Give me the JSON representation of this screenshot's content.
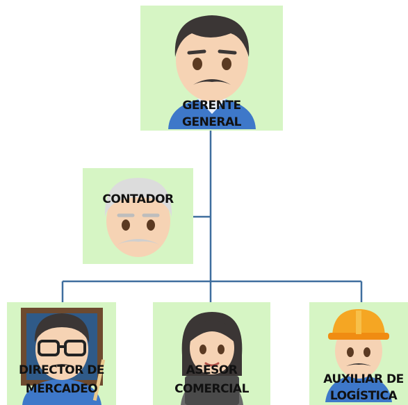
{
  "org_chart": {
    "colors": {
      "box_fill": "#d6f5c4",
      "connector": "#3f6e9e"
    },
    "nodes": {
      "gerente": {
        "line1": "GERENTE",
        "line2": "GENERAL",
        "icon": "man-mustache-emoji-icon"
      },
      "contador": {
        "line1": "CONTADOR",
        "line2": "",
        "icon": "old-man-emoji-icon"
      },
      "director": {
        "line1": "DIRECTOR DE",
        "line2": "MERCADEO",
        "icon": "teacher-emoji-icon"
      },
      "asesor": {
        "line1": "ASESOR",
        "line2": "COMERCIAL",
        "icon": "woman-laptop-emoji-icon"
      },
      "auxiliar": {
        "line1": "AUXILIAR DE",
        "line2": "LOGÍSTICA",
        "icon": "construction-worker-emoji-icon"
      }
    }
  }
}
